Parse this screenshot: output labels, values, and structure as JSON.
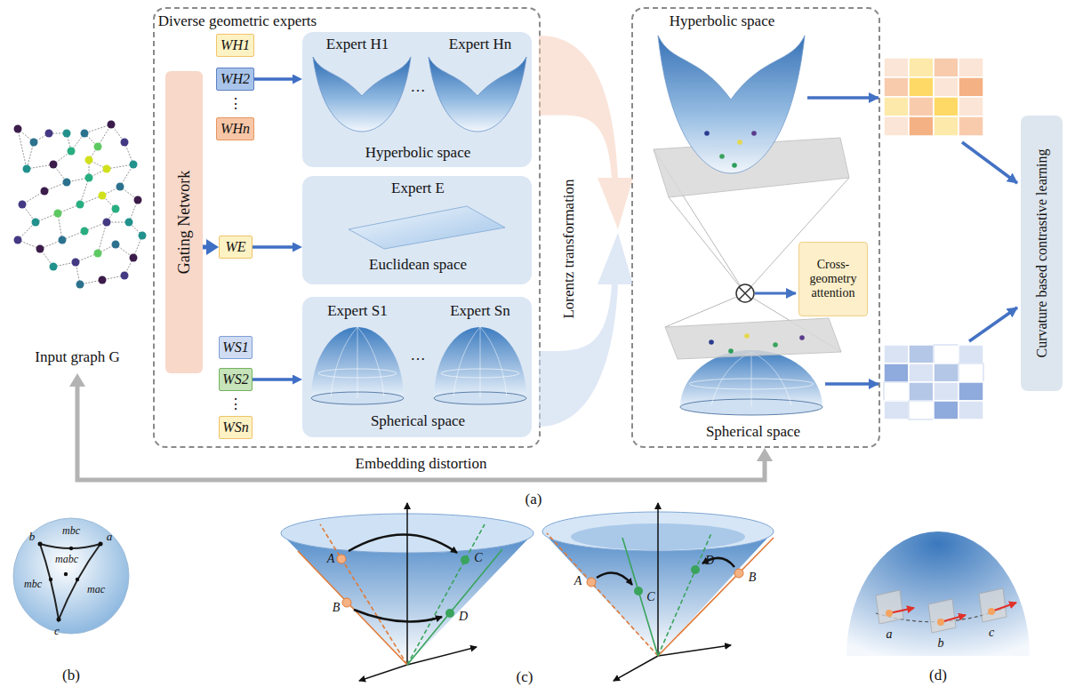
{
  "diagram": {
    "nodes": [
      {
        "text": [
          "Input graph G"
        ]
      },
      {
        "text": [
          "Diverse geometric experts"
        ]
      },
      {
        "text": [
          "Gating Network"
        ],
        "in": 1
      },
      {
        "text": [
          "WH1"
        ],
        "in": 1
      },
      {
        "text": [
          "WH2"
        ],
        "in": 1
      },
      {
        "text": [
          "WHn"
        ],
        "in": 1
      },
      {
        "text": [
          "Expert H1",
          "…",
          "Expert Hn",
          "Hyperbolic space"
        ],
        "in": 1
      },
      {
        "text": [
          "WE"
        ],
        "in": 1
      },
      {
        "text": [
          "Expert E",
          "Euclidean space"
        ],
        "in": 1
      },
      {
        "text": [
          "WS1"
        ],
        "in": 1
      },
      {
        "text": [
          "WS2"
        ],
        "in": 1
      },
      {
        "text": [
          "WSn"
        ],
        "in": 1
      },
      {
        "text": [
          "Expert S1",
          "…",
          "Expert Sn",
          "Spherical space"
        ],
        "in": 1
      },
      {
        "text": [
          "Hyperbolic space",
          "Spherical space"
        ]
      },
      {
        "text": [
          "Cross-geometry attention"
        ],
        "in": 13
      },
      {
        "text": [
          "Curvature based contrastive learning"
        ]
      }
    ],
    "edges": [
      {
        "from": 2,
        "to": 7,
        "arrow": "to"
      },
      {
        "from": 4,
        "to": 6,
        "arrow": "to"
      },
      {
        "from": 7,
        "to": 8,
        "arrow": "to"
      },
      {
        "from": 10,
        "to": 12,
        "arrow": "to"
      },
      {
        "from": 13,
        "to": 0,
        "arrow": "both",
        "label": "Embedding distortion"
      }
    ],
    "labels": [
      "Lorentz transformation",
      "⋮",
      "⋮",
      "(a)",
      "b",
      "a",
      "c",
      "mbc",
      "mbc",
      "mabc",
      "mac",
      "(b)",
      "A",
      "B",
      "C",
      "D",
      "A",
      "C",
      "D",
      "B",
      "(c)",
      "a",
      "b",
      "c",
      "(d)"
    ]
  }
}
